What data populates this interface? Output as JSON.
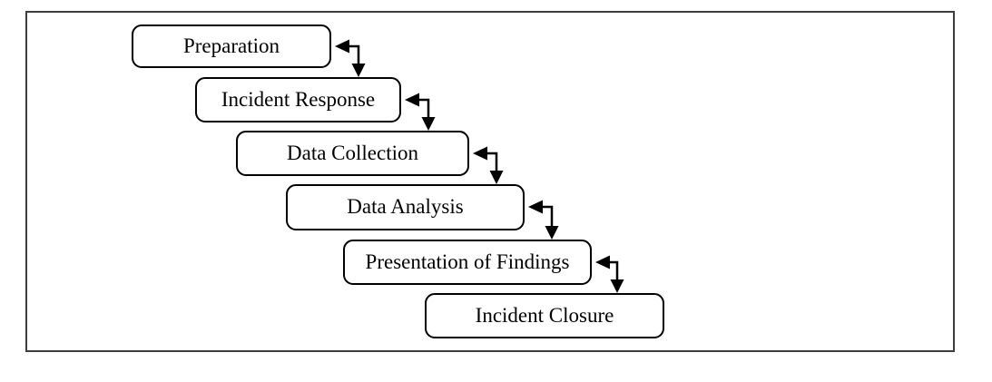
{
  "diagram": {
    "description": "Cascading incident-handling process flowchart",
    "steps": [
      {
        "label": "Preparation"
      },
      {
        "label": "Incident Response"
      },
      {
        "label": "Data Collection"
      },
      {
        "label": "Data Analysis"
      },
      {
        "label": "Presentation of Findings"
      },
      {
        "label": "Incident Closure"
      }
    ],
    "colors": {
      "box_border": "#000000",
      "connector": "#000000",
      "text": "#000000",
      "frame_border": "#3d3d3d",
      "background": "#ffffff"
    }
  }
}
